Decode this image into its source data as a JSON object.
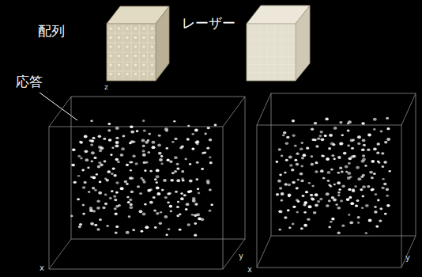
{
  "diagram": {
    "labels": [
      "配列",
      "レーザー",
      "応答",
      "z",
      "x",
      "y",
      "x",
      "y"
    ]
  }
}
